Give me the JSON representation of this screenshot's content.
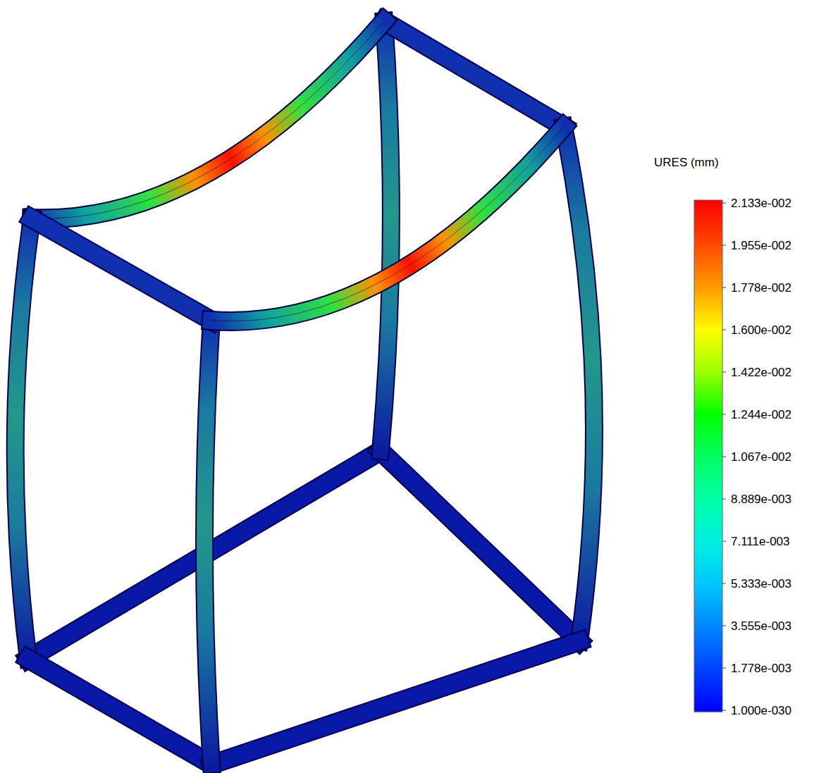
{
  "diagram": {
    "labels": [
      "URES (mm)"
    ],
    "legend": [
      {
        "text": "2.133e-002",
        "color": "#ff0000"
      },
      {
        "text": "1.955e-002",
        "color": "#ff4a00"
      },
      {
        "text": "1.778e-002",
        "color": "#ff9a00"
      },
      {
        "text": "1.600e-002",
        "color": "#ffff00"
      },
      {
        "text": "1.422e-002",
        "color": "#9cff00"
      },
      {
        "text": "1.244e-002",
        "color": "#00ff00"
      },
      {
        "text": "1.067e-002",
        "color": "#00ff60"
      },
      {
        "text": "8.889e-003",
        "color": "#00ffa8"
      },
      {
        "text": "7.111e-003",
        "color": "#00f0e0"
      },
      {
        "text": "5.333e-003",
        "color": "#00c8ff"
      },
      {
        "text": "3.555e-003",
        "color": "#0088ff"
      },
      {
        "text": "1.778e-003",
        "color": "#0044ff"
      },
      {
        "text": "1.000e-030",
        "color": "#0000ff"
      }
    ]
  }
}
